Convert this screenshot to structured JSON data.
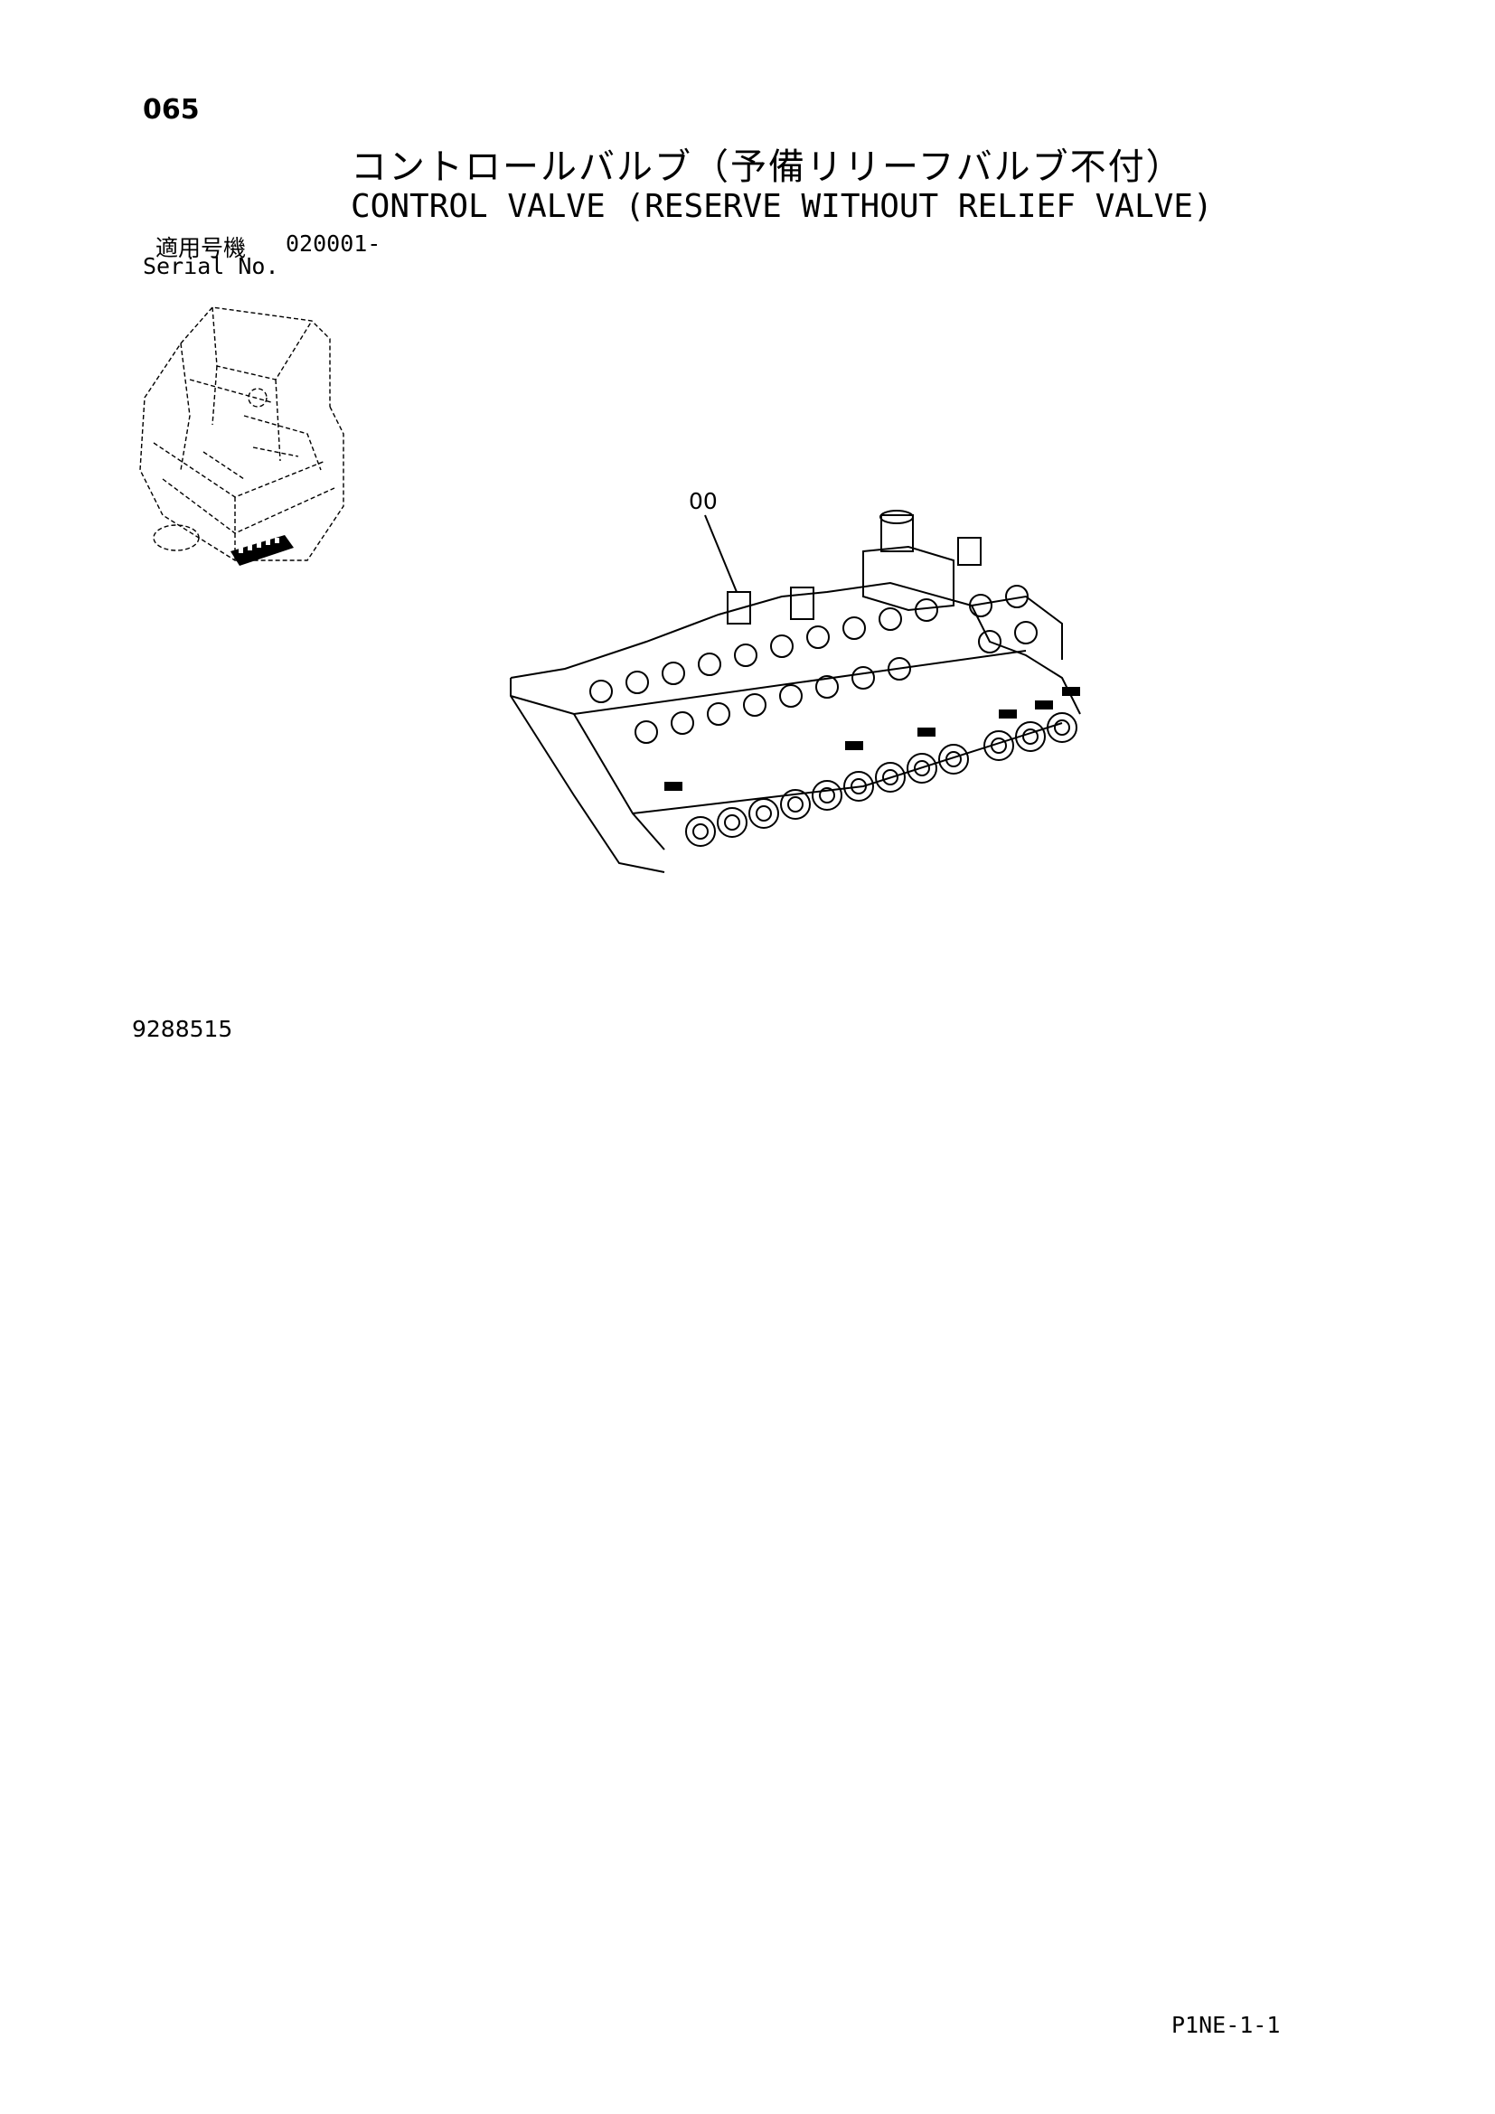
{
  "page_number": "065",
  "title_jp": "コントロールバルブ（予備リリーフバルブ不付）",
  "title_en": "CONTROL VALVE (RESERVE WITHOUT RELIEF VALVE)",
  "serial": {
    "label_jp": "適用号機",
    "label_en": "Serial No.",
    "value": "020001-"
  },
  "part_callout": "00",
  "drawing_number": "9288515",
  "page_code": "P1NE-1-1"
}
